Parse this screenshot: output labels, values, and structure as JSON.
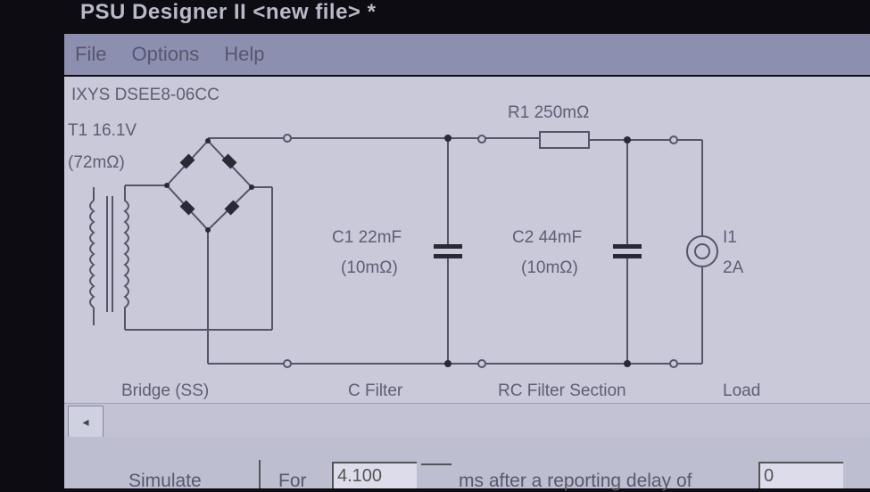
{
  "window": {
    "title": "PSU Designer II  <new file> *"
  },
  "menu": [
    "File",
    "Options",
    "Help"
  ],
  "schematic": {
    "diode": "IXYS  DSEE8-06CC",
    "transformer": {
      "name": "T1 16.1V",
      "resistance": "(72mΩ)"
    },
    "r1": "R1 250mΩ",
    "c1": {
      "name": "C1 22mF",
      "esr": "(10mΩ)"
    },
    "c2": {
      "name": "C2 44mF",
      "esr": "(10mΩ)"
    },
    "load": {
      "name": "I1",
      "value": "2A"
    },
    "sections": [
      "Bridge (SS)",
      "C Filter",
      "RC Filter Section",
      "Load"
    ]
  },
  "scrollbar": {
    "left_arrow": "◂"
  },
  "simulate": {
    "button": "Simulate",
    "for_label": "For",
    "duration": "4.100",
    "units_label": "ms  after a reporting delay of",
    "delay": "0"
  }
}
